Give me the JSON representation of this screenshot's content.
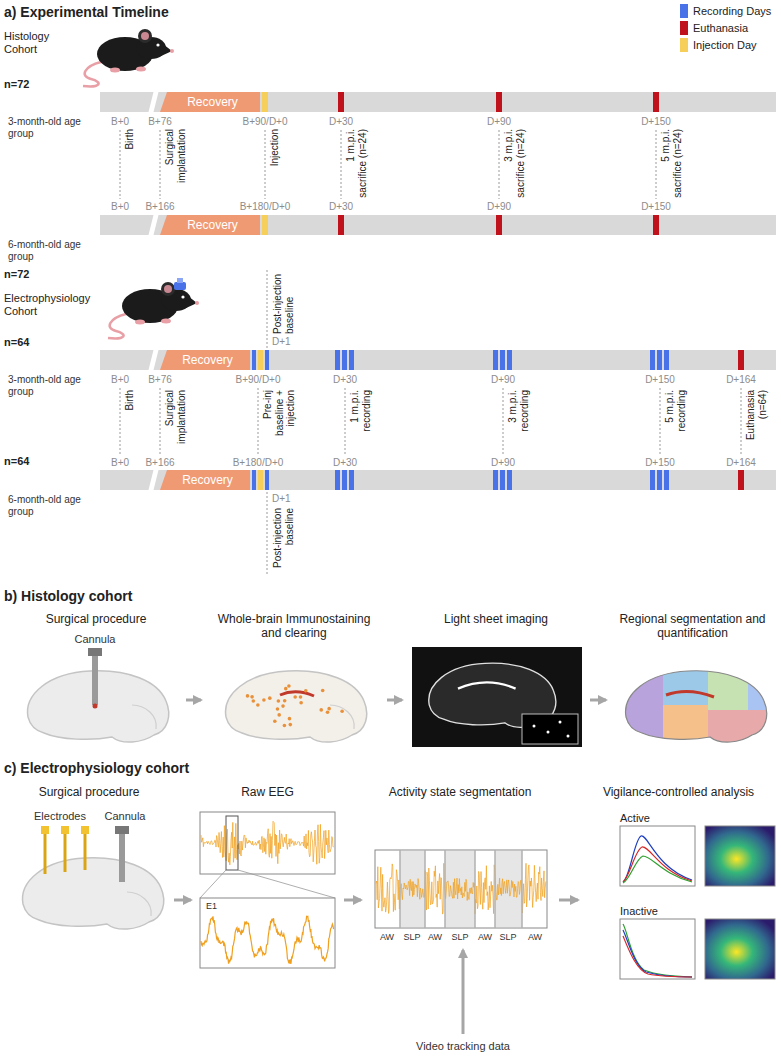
{
  "diagram": {
    "nodes": [
      {
        "text": [
          "3-month-old age group"
        ]
      },
      {
        "text": [
          "Recovery"
        ],
        "in": 0
      },
      {
        "text": [
          "6-month-old age group"
        ]
      },
      {
        "text": [
          "Recovery"
        ],
        "in": 2
      },
      {
        "text": [
          "3-month-old age group"
        ]
      },
      {
        "text": [
          "Recovery"
        ],
        "in": 4
      },
      {
        "text": [
          "6-month-old age group"
        ]
      },
      {
        "text": [
          "Recovery"
        ],
        "in": 6
      },
      {
        "text": [
          "Surgical procedure"
        ]
      },
      {
        "text": [
          "Whole-brain Immunostaining and clearing"
        ]
      },
      {
        "text": [
          "Light sheet imaging"
        ]
      },
      {
        "text": [
          "Regional segmentation and quantification"
        ]
      },
      {
        "text": [
          "Surgical procedure"
        ]
      },
      {
        "text": [
          "Raw EEG"
        ]
      },
      {
        "text": [
          "Activity state segmentation"
        ]
      },
      {
        "text": [
          "Vigilance-controlled analysis"
        ]
      }
    ],
    "edges": [
      {
        "from": 8,
        "to": 9,
        "arrow": "to"
      },
      {
        "from": 9,
        "to": 10,
        "arrow": "to"
      },
      {
        "from": 10,
        "to": 11,
        "arrow": "to"
      },
      {
        "from": 12,
        "to": 13,
        "arrow": "to"
      },
      {
        "from": 13,
        "to": 14,
        "arrow": "to"
      },
      {
        "from": 14,
        "to": 15,
        "arrow": "to"
      }
    ],
    "labels": [
      "a) Experimental Timeline",
      "Histology Cohort",
      "n=72",
      "B+0",
      "B+76",
      "B+90/D+0",
      "D+30",
      "D+90",
      "D+150",
      "Birth",
      "Surgical implantation",
      "Injection",
      "1 m.p.i. sacrifice (n=24)",
      "3 m.p.i. sacrifice (n=24)",
      "5 m.p.i. sacrifice (n=24)",
      "B+0",
      "B+166",
      "B+180/D+0",
      "D+30",
      "D+90",
      "D+150",
      "n=72",
      "Electrophysiology Cohort",
      "Post-injection baseline",
      "D+1",
      "n=64",
      "B+0",
      "B+76",
      "B+90/D+0",
      "D+30",
      "D+90",
      "D+150",
      "D+164",
      "Birth",
      "Surgical implantation",
      "Pre-inj baseline + injection",
      "1 m.p.i. recording",
      "3 m.p.i. recording",
      "5 m.p.i. recording",
      "Euthanasia (n=64)",
      "B+0",
      "B+166",
      "B+180/D+0",
      "D+30",
      "D+90",
      "D+150",
      "D+164",
      "n=64",
      "D+1",
      "Post-injection baseline",
      "b) Histology cohort",
      "Cannula",
      "c) Electrophysiology cohort",
      "Cannula",
      "Electrodes",
      "E1",
      "AW",
      "SLP",
      "AW",
      "SLP",
      "AW",
      "SLP",
      "AW",
      "Video tracking data",
      "Active",
      "Inactive"
    ],
    "legend": [
      {
        "text": "Recording Days",
        "color": "#4a72e8"
      },
      {
        "text": "Euthanasia",
        "color": "#c0121c"
      },
      {
        "text": "Injection Day",
        "color": "#f5cf5a"
      }
    ]
  }
}
